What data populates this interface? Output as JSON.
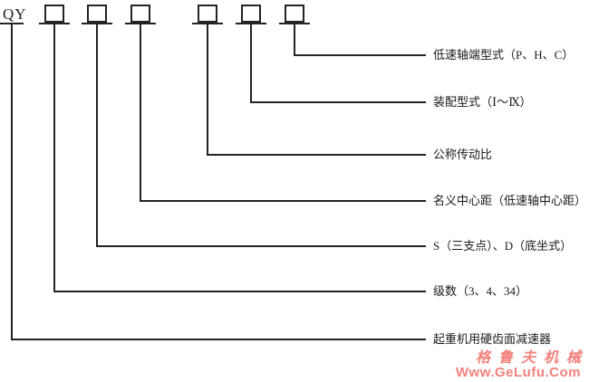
{
  "diagram": {
    "prefix": "QY",
    "box_count": 6,
    "rows": [
      {
        "label": "低速轴端型式（P、H、C）"
      },
      {
        "label": "装配型式（Ⅰ～Ⅸ）"
      },
      {
        "label": "公称传动比"
      },
      {
        "label": "名义中心距（低速轴中心距）"
      },
      {
        "label": "S（三支点）、D（底坐式）"
      },
      {
        "label": "级数（3、4、34）"
      },
      {
        "label": "起重机用硬齿面减速器"
      }
    ]
  },
  "watermark": {
    "brand": "格鲁夫机械",
    "url": "Www.GeLufu.Com",
    "color": "#f2827b"
  },
  "colors": {
    "line": "#242424",
    "label_text": "#1a1a1a",
    "background": "#ffffff"
  }
}
